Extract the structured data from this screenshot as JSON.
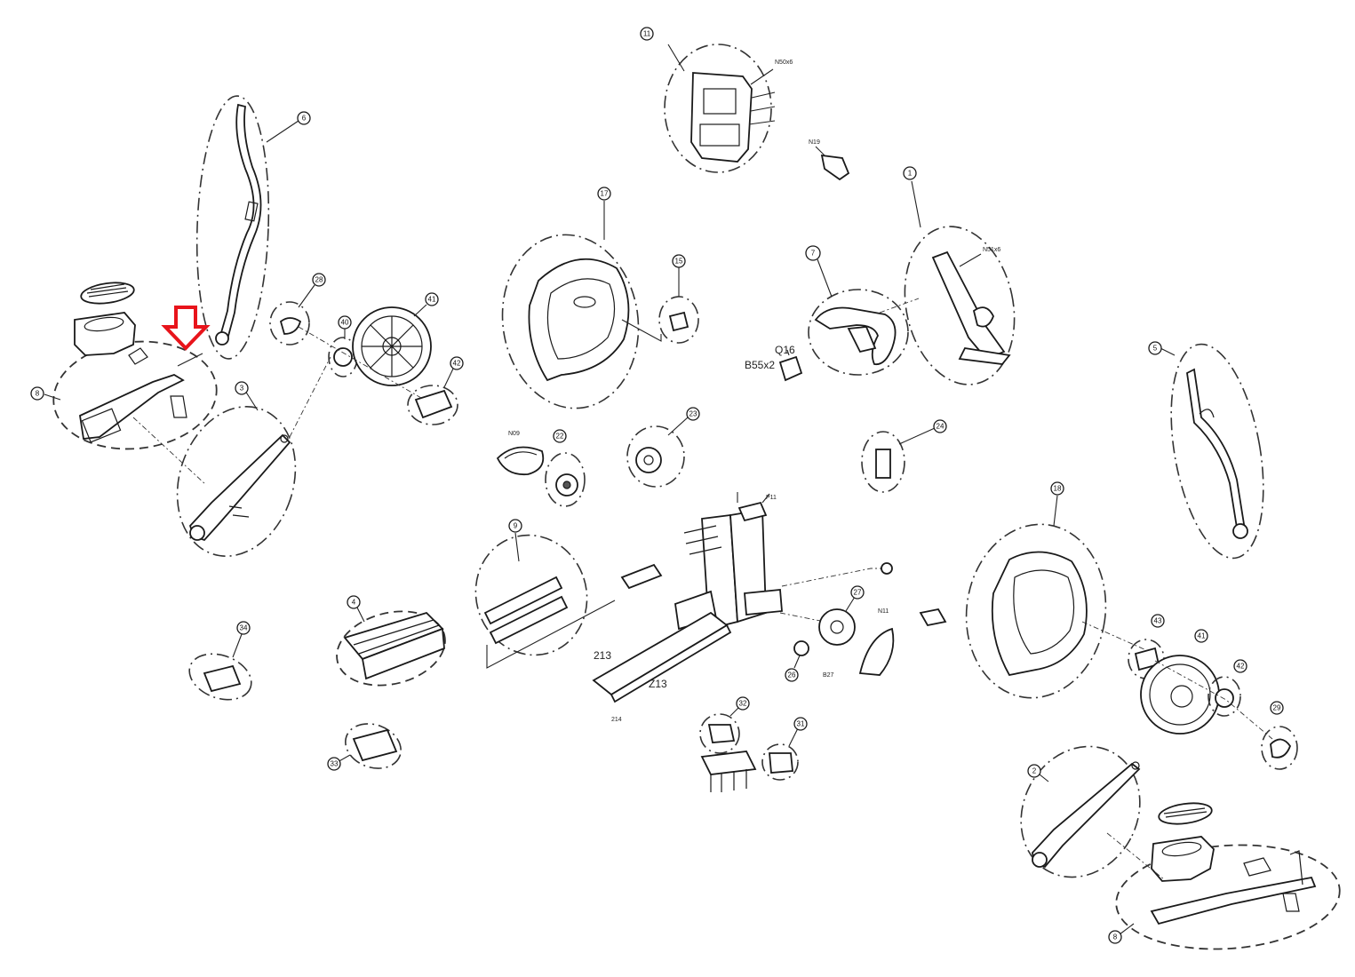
{
  "diagram": {
    "callouts": {
      "c_console": "11",
      "c_handlebar_left": "6",
      "c_console_mast": "1",
      "c_handle_7": "7",
      "c_handlebar_right": "5",
      "c_cover_17": "17",
      "c_part_15": "15",
      "c_part_28": "28",
      "c_part_40": "40",
      "c_flywheel": "41",
      "c_part_42": "42",
      "c_pedal_left": "8",
      "c_arm_left": "3",
      "c_part_22": "22",
      "c_part_23": "23",
      "c_part_24": "24",
      "c_cover_18": "18",
      "c_stabilizer": "9",
      "c_part_27": "27",
      "c_part_26": "26",
      "c_part_34": "34",
      "c_frame_base": "4",
      "c_part_33": "33",
      "c_part_32": "32",
      "c_part_31": "31",
      "c_part_43_r": "43",
      "c_flywheel_r": "41",
      "c_part_42_r": "42",
      "c_part_29": "29",
      "c_arm_right": "2",
      "c_pedal_right": "8"
    },
    "codes": {
      "n50x6": "N50x6",
      "n19": "N19",
      "n51x6": "N51x6",
      "q16": "Q16",
      "b55x2": "B55x2",
      "n09": "N09",
      "p11": "P11",
      "213": "213",
      "214": "214",
      "z13": "Z13",
      "n11": "N11",
      "b27": "B27"
    }
  }
}
